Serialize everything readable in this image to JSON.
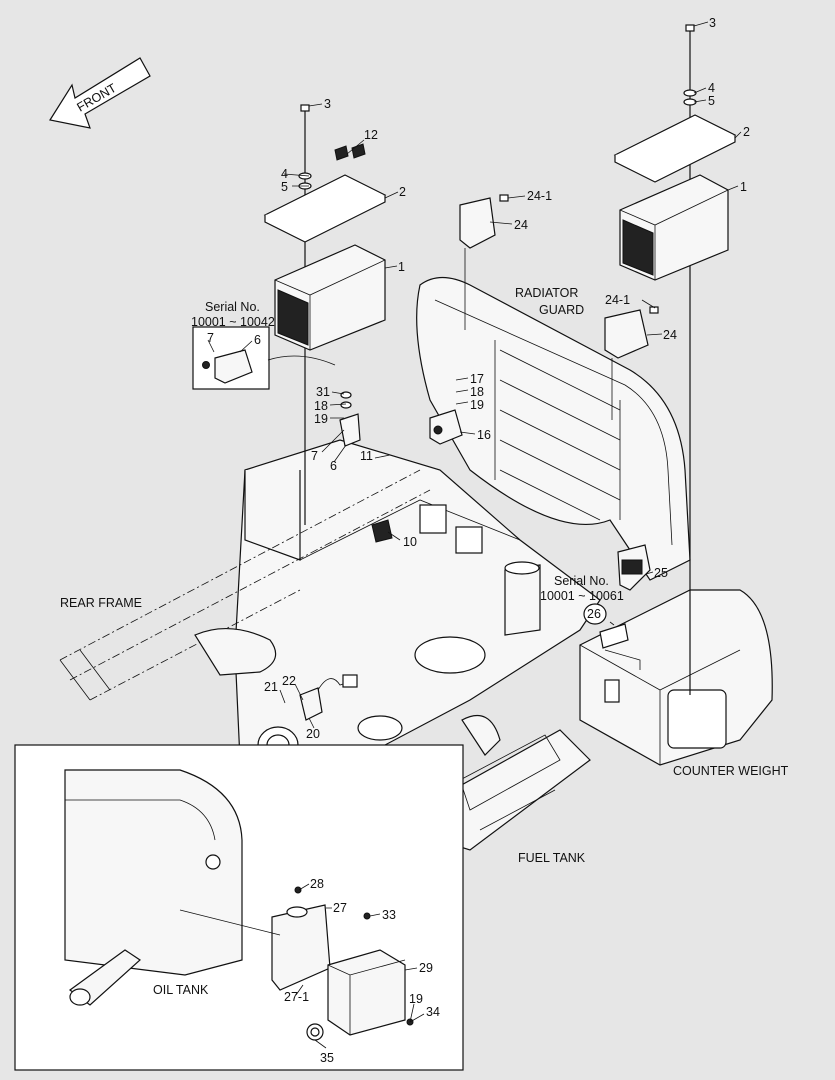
{
  "front_label": "FRONT",
  "assemblies": {
    "radiator_guard_line1": "RADIATOR",
    "radiator_guard_line2": "GUARD",
    "rear_frame": "REAR FRAME",
    "counter_weight": "COUNTER WEIGHT",
    "fuel_tank": "FUEL TANK",
    "oil_tank": "OIL TANK"
  },
  "serial_notes": {
    "left_label": "Serial No.",
    "left_range": "10001 ~ 10042",
    "right_label": "Serial No.",
    "right_range": "10001 ~ 10061"
  },
  "callouts": {
    "c1_left": "1",
    "c1_right": "1",
    "c2_left": "2",
    "c2_right": "2",
    "c3_left": "3",
    "c3_right": "3",
    "c4_left": "4",
    "c4_right": "4",
    "c5_left": "5",
    "c5_right": "5",
    "c6_inset": "6",
    "c6": "6",
    "c7_inset": "7",
    "c7": "7",
    "c10": "10",
    "c11": "11",
    "c12": "12",
    "c16": "16",
    "c17": "17",
    "c18_a": "18",
    "c18_b": "18",
    "c19_a": "19",
    "c19_b": "19",
    "c19_c": "19",
    "c20": "20",
    "c21": "21",
    "c22": "22",
    "c24_a": "24",
    "c24_b": "24",
    "c24_1_a": "24-1",
    "c24_1_b": "24-1",
    "c25": "25",
    "c26": "26",
    "c27": "27",
    "c27_1": "27-1",
    "c28": "28",
    "c29": "29",
    "c31": "31",
    "c33": "33",
    "c34": "34",
    "c35": "35"
  }
}
